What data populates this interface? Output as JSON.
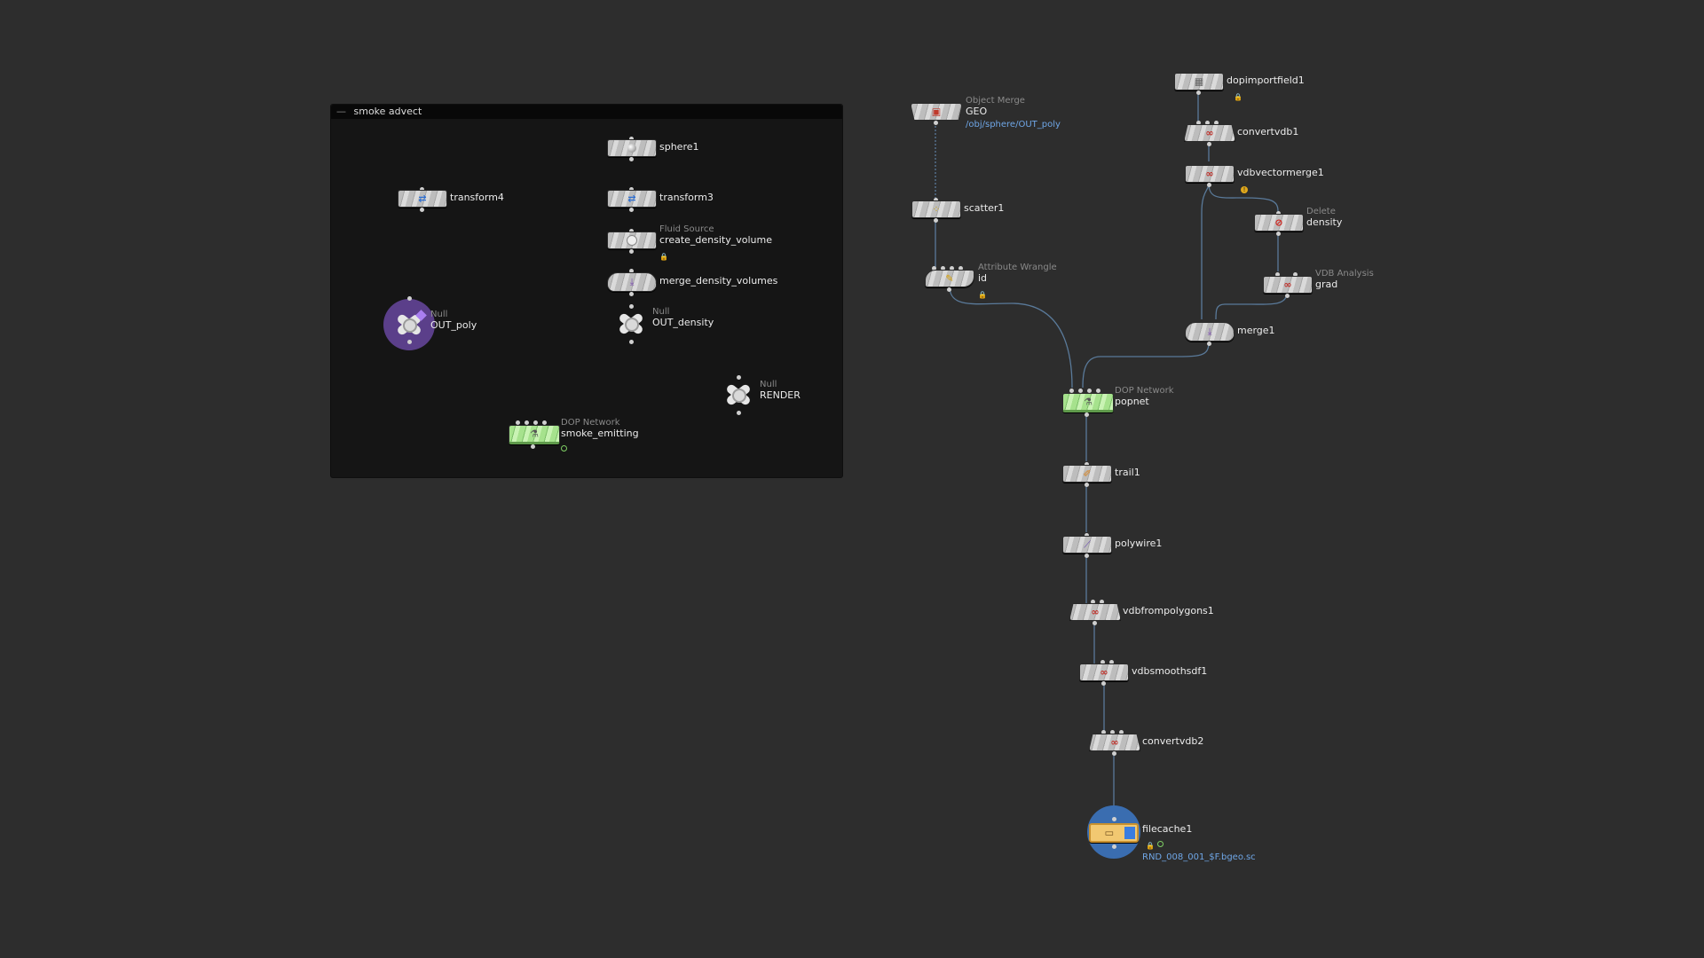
{
  "network_box": {
    "title": "smoke advect",
    "collapse_glyph": "—"
  },
  "colors": {
    "background": "#2d2d2d",
    "wire": "#5a7a9a",
    "dop_green": "#a6e28d",
    "cache_yellow": "#f2c871",
    "halo_purple": "#5b3f8a",
    "halo_blue": "#3a6db0",
    "info_text": "#6fa6e6"
  },
  "nodes": {
    "sphere1": {
      "name": "sphere1",
      "icon": "sphere-icon"
    },
    "transform3": {
      "name": "transform3",
      "icon": "transform-icon"
    },
    "transform4": {
      "name": "transform4",
      "icon": "transform-icon"
    },
    "create_density_volume": {
      "type": "Fluid Source",
      "name": "create_density_volume",
      "icon": "fluid-source-icon",
      "locked": true
    },
    "merge_density_volumes": {
      "name": "merge_density_volumes",
      "icon": "merge-icon"
    },
    "out_density": {
      "type": "Null",
      "name": "OUT_density",
      "icon": "null-icon"
    },
    "out_poly": {
      "type": "Null",
      "name": "OUT_poly",
      "icon": "null-icon"
    },
    "smoke_emitting": {
      "type": "DOP Network",
      "name": "smoke_emitting",
      "icon": "dop-network-icon"
    },
    "render": {
      "type": "Null",
      "name": "RENDER",
      "icon": "null-icon"
    },
    "geo": {
      "type": "Object Merge",
      "name": "GEO",
      "info": "/obj/sphere/OUT_poly",
      "icon": "object-merge-icon"
    },
    "scatter1": {
      "name": "scatter1",
      "icon": "scatter-icon"
    },
    "id": {
      "type": "Attribute Wrangle",
      "name": "id",
      "icon": "wrangle-icon",
      "locked": true
    },
    "dopimportfield1": {
      "name": "dopimportfield1",
      "icon": "dop-import-icon",
      "locked": true
    },
    "convertvdb1": {
      "name": "convertvdb1",
      "icon": "vdb-icon"
    },
    "vdbvectormerge1": {
      "name": "vdbvectormerge1",
      "icon": "vdb-icon",
      "warning": "!"
    },
    "density": {
      "type": "Delete",
      "name": "density",
      "icon": "delete-icon"
    },
    "grad": {
      "type": "VDB Analysis",
      "name": "grad",
      "icon": "vdb-icon"
    },
    "merge1": {
      "name": "merge1",
      "icon": "merge-icon"
    },
    "popnet": {
      "type": "DOP Network",
      "name": "popnet",
      "icon": "dop-network-icon"
    },
    "trail1": {
      "name": "trail1",
      "icon": "trail-icon"
    },
    "polywire1": {
      "name": "polywire1",
      "icon": "polywire-icon"
    },
    "vdbfrompolygons1": {
      "name": "vdbfrompolygons1",
      "icon": "vdb-icon"
    },
    "vdbsmoothsdf1": {
      "name": "vdbsmoothsdf1",
      "icon": "vdb-icon"
    },
    "convertvdb2": {
      "name": "convertvdb2",
      "icon": "vdb-icon"
    },
    "filecache1": {
      "name": "filecache1",
      "info": "RND_008_001_$F.bgeo.sc",
      "icon": "file-cache-icon",
      "locked": true
    }
  }
}
